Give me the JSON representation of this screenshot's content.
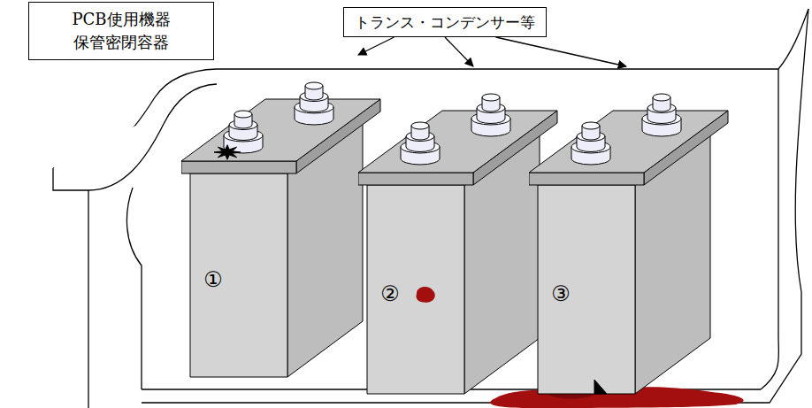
{
  "diagram": {
    "nodes": [
      {
        "text": [
          "PCB使用機器 保管密閉容器"
        ]
      },
      {
        "text": [
          "トランス・コンデンサー等"
        ]
      },
      {
        "text": [
          "①"
        ]
      },
      {
        "text": [
          "②"
        ]
      },
      {
        "text": [
          "③"
        ]
      }
    ],
    "edges": [
      {
        "from": 1,
        "to": 2,
        "arrow": "to"
      },
      {
        "from": 1,
        "to": 3,
        "arrow": "to"
      },
      {
        "from": 1,
        "to": 4,
        "arrow": "to"
      }
    ]
  }
}
